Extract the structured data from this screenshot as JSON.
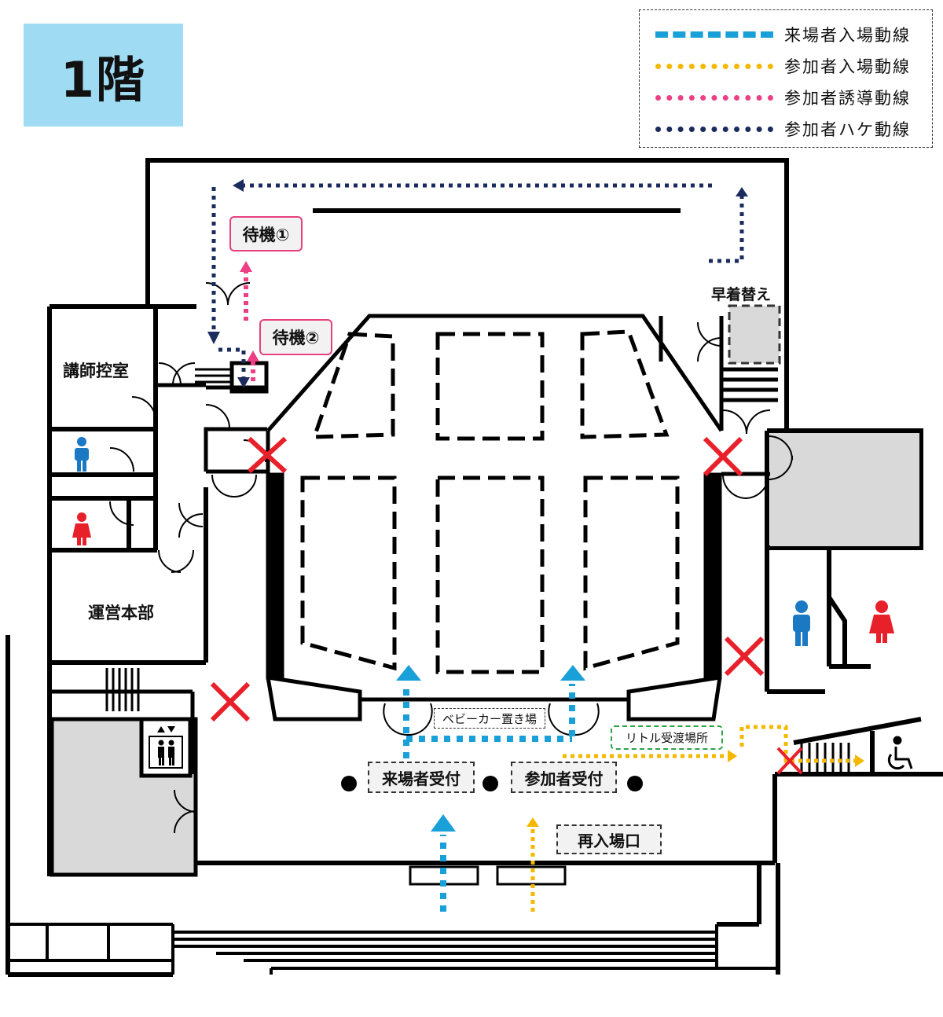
{
  "floor_title": "1階",
  "legend": [
    {
      "label": "来場者入場動線",
      "color": "#1aa0d8",
      "icon": "dash-line"
    },
    {
      "label": "参加者入場動線",
      "color": "#f5b800",
      "icon": "dot-line"
    },
    {
      "label": "参加者誘導動線",
      "color": "#ec3f86",
      "icon": "dot-line"
    },
    {
      "label": "参加者ハケ動線",
      "color": "#1b2b5e",
      "icon": "dot-line"
    }
  ],
  "rooms": {
    "lecturer_room": "講師控室",
    "operations_hq": "運営本部",
    "early_change": "早着替え",
    "waiting_1": "待機①",
    "waiting_2": "待機②",
    "stroller_area": "ベビーカー置き場",
    "little_handover": "リトル受渡場所",
    "visitor_reception": "来場者受付",
    "participant_reception": "参加者受付",
    "reentry": "再入場口"
  },
  "icons": [
    "man-icon",
    "woman-icon",
    "elevator-icon",
    "wheelchair-icon",
    "no-entry-icon"
  ],
  "colors": {
    "wall": "#000000",
    "gray_area": "#d9d9d9",
    "no_entry": "#e8202a",
    "badge": "#9fdcf4"
  }
}
